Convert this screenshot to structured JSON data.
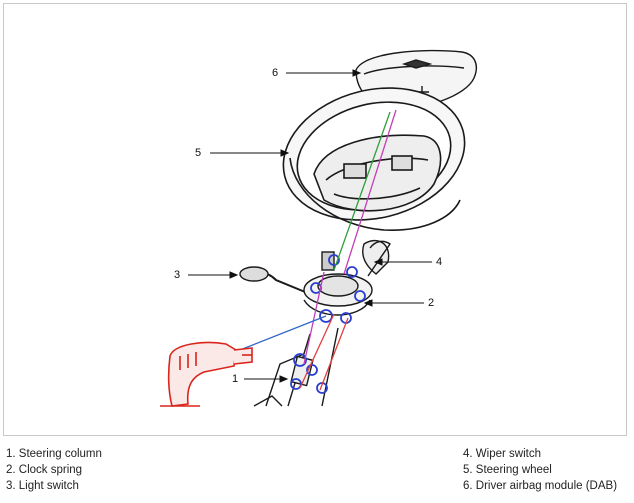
{
  "callouts": {
    "c1": "1",
    "c2": "2",
    "c3": "3",
    "c4": "4",
    "c5": "5",
    "c6": "6"
  },
  "legend": {
    "left": [
      "1. Steering column",
      "2. Clock spring",
      "3. Light switch"
    ],
    "right": [
      "4. Wiper switch",
      "5. Steering wheel",
      "6. Driver airbag module (DAB)"
    ]
  },
  "colors": {
    "drill": "#d9251c",
    "green_line": "#2e9e3a",
    "magenta_line": "#c23fb8",
    "blue_line": "#2f67c9",
    "red_line": "#e04040",
    "bolt_blue": "#2a3fd0",
    "outline": "#1a1a1a"
  }
}
